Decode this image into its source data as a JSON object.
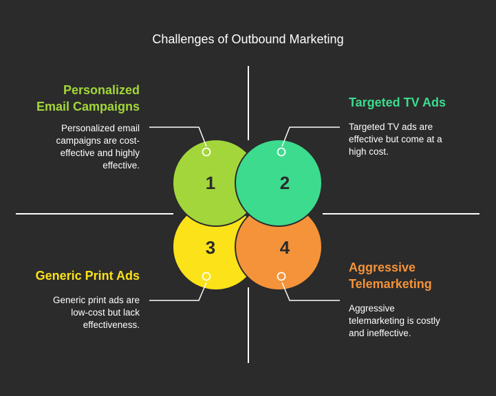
{
  "title": "Challenges of Outbound Marketing",
  "quadrants": [
    {
      "number": "1",
      "heading_lines": [
        "Personalized",
        "Email Campaigns"
      ],
      "description_lines": [
        "Personalized email",
        "campaigns are cost-",
        "effective and highly",
        "effective."
      ],
      "color": "#a3d63a"
    },
    {
      "number": "2",
      "heading_lines": [
        "Targeted TV Ads"
      ],
      "description_lines": [
        "Targeted TV ads are",
        "effective but come at a",
        "high cost."
      ],
      "color": "#3ddb8e"
    },
    {
      "number": "3",
      "heading_lines": [
        "Generic Print Ads"
      ],
      "description_lines": [
        "Generic print ads are",
        "low-cost but lack",
        "effectiveness."
      ],
      "color": "#fbe219"
    },
    {
      "number": "4",
      "heading_lines": [
        "Aggressive",
        "Telemarketing"
      ],
      "description_lines": [
        "Aggressive",
        "telemarketing is costly",
        "and ineffective."
      ],
      "color": "#f4933a"
    }
  ]
}
